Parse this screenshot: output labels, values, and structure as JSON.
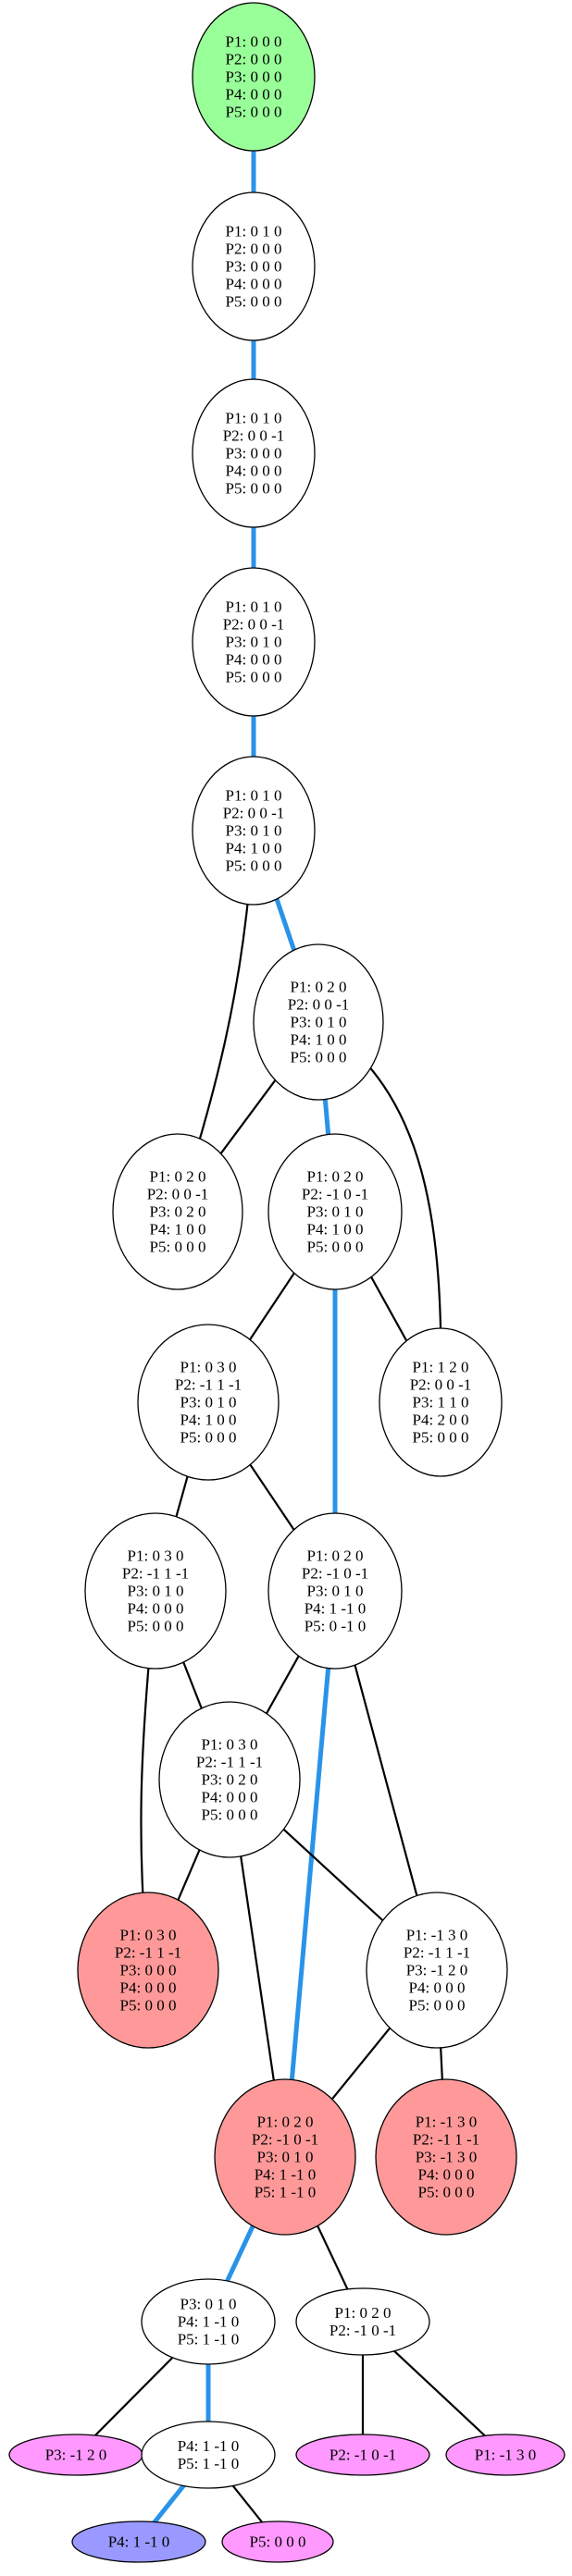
{
  "colors": {
    "edge_default": "#000000",
    "edge_highlight": "#2a93e8",
    "node_default": "#ffffff",
    "node_start": "#99ff99",
    "node_terminal": "#ff9999",
    "node_magenta": "#ff99ff",
    "node_blue": "#9999ff"
  },
  "nodes": [
    {
      "id": "n1",
      "fill": "start",
      "lines": [
        "P1: 0 0 0",
        "P2: 0 0 0",
        "P3: 0 0 0",
        "P4: 0 0 0",
        "P5: 0 0 0"
      ]
    },
    {
      "id": "n2",
      "fill": "default",
      "lines": [
        "P1: 0 1 0",
        "P2: 0 0 0",
        "P3: 0 0 0",
        "P4: 0 0 0",
        "P5: 0 0 0"
      ]
    },
    {
      "id": "n3",
      "fill": "default",
      "lines": [
        "P1: 0 1 0",
        "P2: 0 0 -1",
        "P3: 0 0 0",
        "P4: 0 0 0",
        "P5: 0 0 0"
      ]
    },
    {
      "id": "n4",
      "fill": "default",
      "lines": [
        "P1: 0 1 0",
        "P2: 0 0 -1",
        "P3: 0 1 0",
        "P4: 0 0 0",
        "P5: 0 0 0"
      ]
    },
    {
      "id": "n5",
      "fill": "default",
      "lines": [
        "P1: 0 1 0",
        "P2: 0 0 -1",
        "P3: 0 1 0",
        "P4: 1 0 0",
        "P5: 0 0 0"
      ]
    },
    {
      "id": "n6",
      "fill": "default",
      "lines": [
        "P1: 0 2 0",
        "P2: 0 0 -1",
        "P3: 0 1 0",
        "P4: 1 0 0",
        "P5: 0 0 0"
      ]
    },
    {
      "id": "n7",
      "fill": "default",
      "lines": [
        "P1: 0 2 0",
        "P2: 0 0 -1",
        "P3: 0 2 0",
        "P4: 1 0 0",
        "P5: 0 0 0"
      ]
    },
    {
      "id": "n8",
      "fill": "default",
      "lines": [
        "P1: 0 2 0",
        "P2: -1 0 -1",
        "P3: 0 1 0",
        "P4: 1 0 0",
        "P5: 0 0 0"
      ]
    },
    {
      "id": "n9",
      "fill": "default",
      "lines": [
        "P1: 0 3 0",
        "P2: -1 1 -1",
        "P3: 0 1 0",
        "P4: 1 0 0",
        "P5: 0 0 0"
      ]
    },
    {
      "id": "n10",
      "fill": "default",
      "lines": [
        "P1: 1 2 0",
        "P2: 0 0 -1",
        "P3: 1 1 0",
        "P4: 2 0 0",
        "P5: 0 0 0"
      ]
    },
    {
      "id": "n11",
      "fill": "default",
      "lines": [
        "P1: 0 3 0",
        "P2: -1 1 -1",
        "P3: 0 1 0",
        "P4: 0 0 0",
        "P5: 0 0 0"
      ]
    },
    {
      "id": "n12",
      "fill": "default",
      "lines": [
        "P1: 0 2 0",
        "P2: -1 0 -1",
        "P3: 0 1 0",
        "P4: 1 -1 0",
        "P5: 0 -1 0"
      ]
    },
    {
      "id": "n13",
      "fill": "default",
      "lines": [
        "P1: 0 3 0",
        "P2: -1 1 -1",
        "P3: 0 2 0",
        "P4: 0 0 0",
        "P5: 0 0 0"
      ]
    },
    {
      "id": "n14",
      "fill": "terminal",
      "lines": [
        "P1: 0 3 0",
        "P2: -1 1 -1",
        "P3: 0 0 0",
        "P4: 0 0 0",
        "P5: 0 0 0"
      ]
    },
    {
      "id": "n15",
      "fill": "default",
      "lines": [
        "P1: -1 3 0",
        "P2: -1 1 -1",
        "P3: -1 2 0",
        "P4: 0 0 0",
        "P5: 0 0 0"
      ]
    },
    {
      "id": "n16",
      "fill": "terminal",
      "lines": [
        "P1: 0 2 0",
        "P2: -1 0 -1",
        "P3: 0 1 0",
        "P4: 1 -1 0",
        "P5: 1 -1 0"
      ]
    },
    {
      "id": "n17",
      "fill": "terminal",
      "lines": [
        "P1: -1 3 0",
        "P2: -1 1 -1",
        "P3: -1 3 0",
        "P4: 0 0 0",
        "P5: 0 0 0"
      ]
    },
    {
      "id": "n18",
      "fill": "default",
      "lines": [
        "P3: 0 1 0",
        "P4: 1 -1 0",
        "P5: 1 -1 0"
      ]
    },
    {
      "id": "n19",
      "fill": "default",
      "lines": [
        "P1: 0 2 0",
        "P2: -1 0 -1"
      ]
    },
    {
      "id": "n20",
      "fill": "magenta",
      "lines": [
        "P3: -1 2 0"
      ]
    },
    {
      "id": "n21",
      "fill": "default",
      "lines": [
        "P4: 1 -1 0",
        "P5: 1 -1 0"
      ]
    },
    {
      "id": "n22",
      "fill": "magenta",
      "lines": [
        "P2: -1 0 -1"
      ]
    },
    {
      "id": "n23",
      "fill": "magenta",
      "lines": [
        "P1: -1 3 0"
      ]
    },
    {
      "id": "n24",
      "fill": "blue",
      "lines": [
        "P4: 1 -1 0"
      ]
    },
    {
      "id": "n25",
      "fill": "magenta",
      "lines": [
        "P5: 0 0 0"
      ]
    }
  ],
  "edges": [
    {
      "from": "n1",
      "to": "n2",
      "highlight": true
    },
    {
      "from": "n2",
      "to": "n3",
      "highlight": true
    },
    {
      "from": "n3",
      "to": "n4",
      "highlight": true
    },
    {
      "from": "n4",
      "to": "n5",
      "highlight": true
    },
    {
      "from": "n5",
      "to": "n6",
      "highlight": true
    },
    {
      "from": "n5",
      "to": "n7",
      "highlight": false
    },
    {
      "from": "n6",
      "to": "n7",
      "highlight": false
    },
    {
      "from": "n6",
      "to": "n8",
      "highlight": true
    },
    {
      "from": "n6",
      "to": "n10",
      "highlight": false
    },
    {
      "from": "n8",
      "to": "n9",
      "highlight": false
    },
    {
      "from": "n8",
      "to": "n10",
      "highlight": false
    },
    {
      "from": "n8",
      "to": "n12",
      "highlight": true
    },
    {
      "from": "n9",
      "to": "n11",
      "highlight": false
    },
    {
      "from": "n9",
      "to": "n12",
      "highlight": false
    },
    {
      "from": "n11",
      "to": "n13",
      "highlight": false
    },
    {
      "from": "n11",
      "to": "n14",
      "highlight": false
    },
    {
      "from": "n12",
      "to": "n13",
      "highlight": false
    },
    {
      "from": "n12",
      "to": "n15",
      "highlight": false
    },
    {
      "from": "n12",
      "to": "n16",
      "highlight": true
    },
    {
      "from": "n13",
      "to": "n14",
      "highlight": false
    },
    {
      "from": "n13",
      "to": "n15",
      "highlight": false
    },
    {
      "from": "n13",
      "to": "n16",
      "highlight": false
    },
    {
      "from": "n15",
      "to": "n16",
      "highlight": false
    },
    {
      "from": "n15",
      "to": "n17",
      "highlight": false
    },
    {
      "from": "n16",
      "to": "n18",
      "highlight": true
    },
    {
      "from": "n16",
      "to": "n19",
      "highlight": false
    },
    {
      "from": "n18",
      "to": "n20",
      "highlight": false
    },
    {
      "from": "n18",
      "to": "n21",
      "highlight": true
    },
    {
      "from": "n19",
      "to": "n22",
      "highlight": false
    },
    {
      "from": "n19",
      "to": "n23",
      "highlight": false
    },
    {
      "from": "n21",
      "to": "n24",
      "highlight": true
    },
    {
      "from": "n21",
      "to": "n25",
      "highlight": false
    }
  ]
}
